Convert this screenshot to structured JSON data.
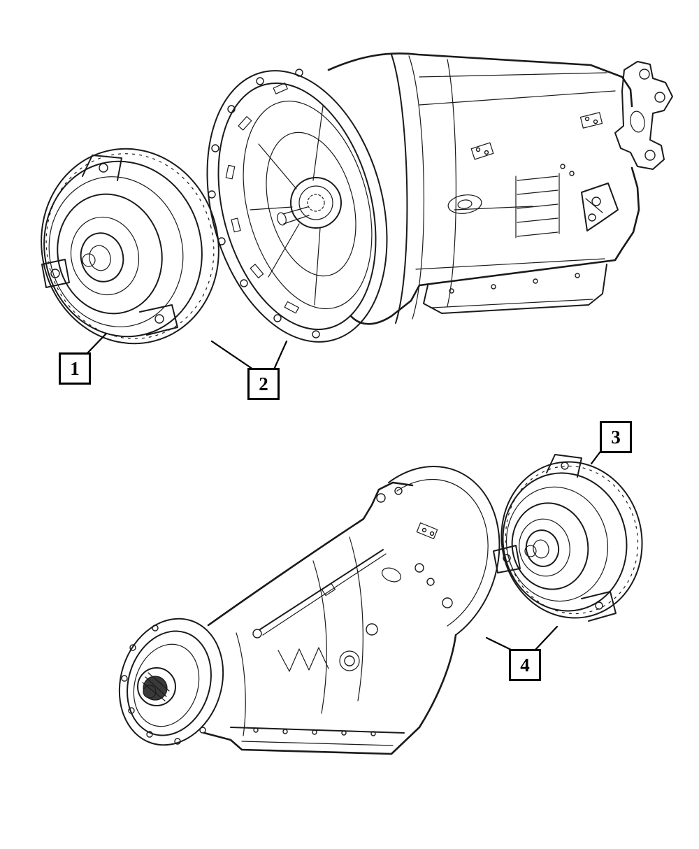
{
  "background_color": "#ffffff",
  "line_color": "#1a1a1a",
  "callouts": [
    {
      "label": "1"
    },
    {
      "label": "2"
    },
    {
      "label": "3"
    },
    {
      "label": "4"
    }
  ]
}
